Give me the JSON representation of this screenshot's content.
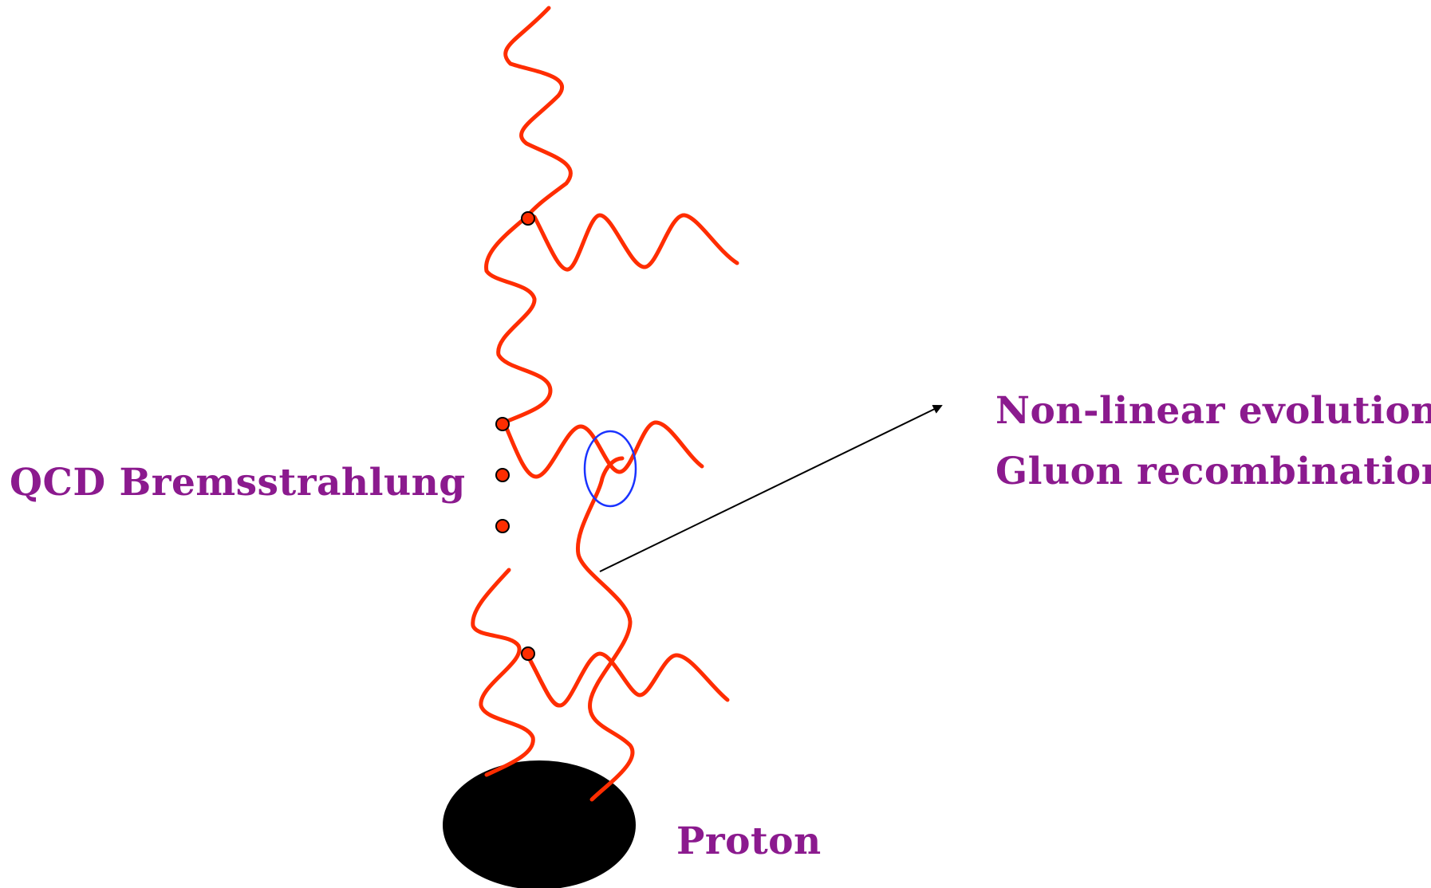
{
  "labels": {
    "qcd": "QCD Bremsstrahlung",
    "proton": "Proton",
    "nonlinear_line1": "Non-linear evolution:",
    "nonlinear_line2": "Gluon recombination"
  },
  "colors": {
    "gluon": "#ff2d00",
    "label": "#8b1a8e",
    "recombination_ring": "#1a33ff",
    "proton": "#000000",
    "arrow": "#000000"
  }
}
